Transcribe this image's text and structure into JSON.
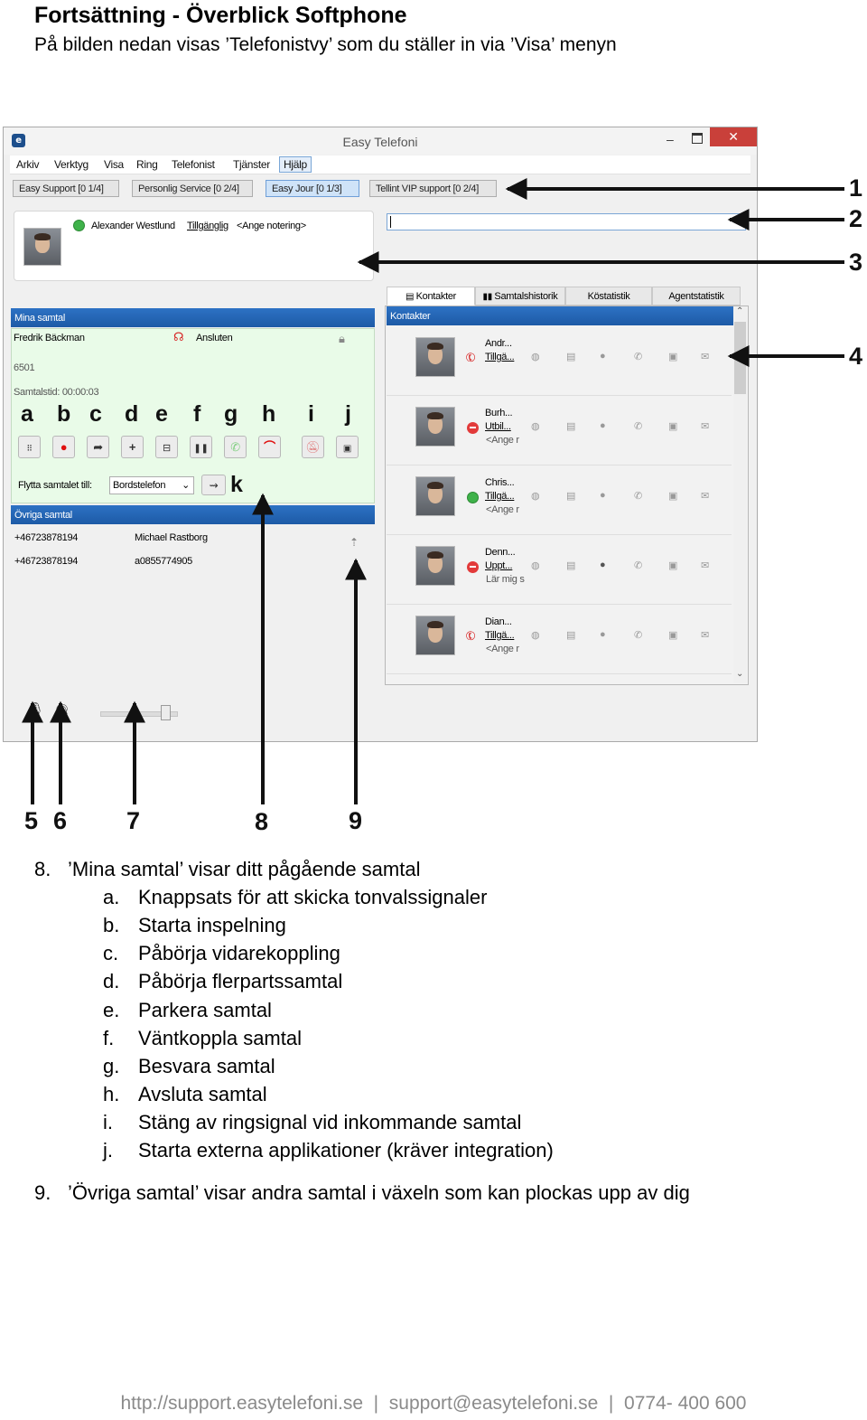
{
  "doc": {
    "title": "Fortsättning - Överblick Softphone",
    "subtitle": "På bilden nedan visas ’Telefonistvy’ som du ställer in via ’Visa’ menyn"
  },
  "window": {
    "title": "Easy Telefoni",
    "min": "–",
    "close": "✕"
  },
  "menu": [
    "Arkiv",
    "Verktyg",
    "Visa",
    "Ring",
    "Telefonist",
    "Tjänster",
    "Hjälp"
  ],
  "queues": [
    "Easy Support [0 1/4]",
    "Personlig Service [0 2/4]",
    "Easy Jour [0 1/3]",
    "Tellint VIP support [0 2/4]"
  ],
  "user": {
    "name": "Alexander Westlund",
    "status": "Tillgänglig",
    "note": "<Ange notering>"
  },
  "my_calls": {
    "header": "Mina samtal",
    "caller": "Fredrik Bäckman",
    "state": "Ansluten",
    "number": "6501",
    "duration": "Samtalstid: 00:00:03",
    "letters": [
      "a",
      "b",
      "c",
      "d",
      "e",
      "f",
      "g",
      "h",
      "i",
      "j"
    ],
    "transfer_label": "Flytta samtalet till:",
    "transfer_target": "Bordstelefon",
    "k": "k"
  },
  "other_calls": {
    "header": "Övriga samtal",
    "rows": [
      {
        "number": "+46723878194",
        "name": "Michael Rastborg"
      },
      {
        "number": "+46723878194",
        "name": "a0855774905"
      }
    ]
  },
  "tabs": [
    "Kontakter",
    "Samtalshistorik",
    "Köstatistik",
    "Agentstatistik"
  ],
  "contacts": {
    "header": "Kontakter",
    "rows": [
      {
        "name": "Andr...",
        "status": "Tillgä...",
        "note": ""
      },
      {
        "name": "Burh...",
        "status": "Utbil...",
        "note": "<Ange r"
      },
      {
        "name": "Chris...",
        "status": "Tillgä...",
        "note": "<Ange r"
      },
      {
        "name": "Denn...",
        "status": "Uppt...",
        "note": "Lär mig s"
      },
      {
        "name": "Dian...",
        "status": "Tillgä...",
        "note": "<Ange r"
      }
    ]
  },
  "callouts": [
    "1",
    "2",
    "3",
    "4",
    "5",
    "6",
    "7",
    "8",
    "9"
  ],
  "list": {
    "item8": {
      "num": "8.",
      "text": "’Mina samtal’ visar ditt pågående samtal"
    },
    "sub": [
      {
        "l": "a.",
        "t": "Knappsats för att skicka tonvalssignaler"
      },
      {
        "l": "b.",
        "t": "Starta inspelning"
      },
      {
        "l": "c.",
        "t": "Påbörja vidarekoppling"
      },
      {
        "l": "d.",
        "t": "Påbörja flerpartssamtal"
      },
      {
        "l": "e.",
        "t": "Parkera samtal"
      },
      {
        "l": "f.",
        "t": "Väntkoppla samtal"
      },
      {
        "l": "g.",
        "t": "Besvara samtal"
      },
      {
        "l": "h.",
        "t": "Avsluta samtal"
      },
      {
        "l": "i.",
        "t": "Stäng av ringsignal vid inkommande samtal"
      },
      {
        "l": "j.",
        "t": "Starta externa applikationer (kräver integration)"
      }
    ],
    "item9": {
      "num": "9.",
      "text": "’Övriga samtal’ visar andra samtal i växeln som kan plockas upp av dig"
    }
  },
  "footer": "http://support.easytelefoni.se  |  support@easytelefoni.se  |  0774- 400 600"
}
